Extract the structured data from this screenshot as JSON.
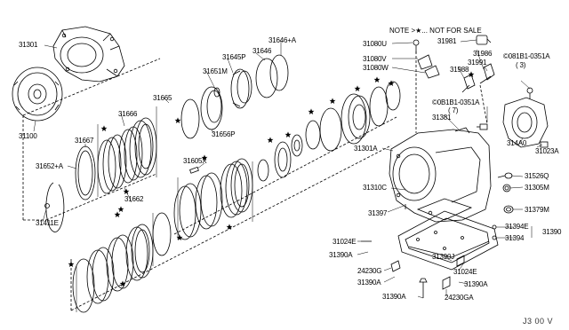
{
  "note": "NOTE >★... NOT FOR SALE",
  "diagram_code": "J3 00 V",
  "labels": {
    "p31301": "31301",
    "p31100": "31100",
    "p31667": "31667",
    "p31652a": "31652+A",
    "p31411e": "31411E",
    "p31666": "31666",
    "p31662": "31662",
    "p31665": "31665",
    "p31651m": "31651M",
    "p31645p": "31645P",
    "p31646": "31646",
    "p31646a": "31646+A",
    "p31656p": "31656P",
    "p31605x": "31605X",
    "p31080u": "31080U",
    "p31080v": "31080V",
    "p31080w": "31080W",
    "p31981": "31981",
    "p31986": "31986",
    "p31991": "31991",
    "p31988": "31988",
    "p081b1_a": "©081B1-0351A",
    "qty_a": "( 3)",
    "p081b1_b": "©0B1B1-0351A",
    "qty_b": "( 7)",
    "p31381": "31381",
    "p314a0": "314A0",
    "p31023a": "31023A",
    "p31301a": "31301A",
    "p31310c": "31310C",
    "p31397": "31397",
    "p31526q": "31526Q",
    "p31305m": "31305M",
    "p31379m": "31379M",
    "p31394e": "31394E",
    "p31394": "31394",
    "p31390": "31390",
    "p31390j": "31390J",
    "p31024e_l": "31024E",
    "p31390a_1": "31390A",
    "p24230g": "24230G",
    "p31390a_2": "31390A",
    "p31024e_r": "31024E",
    "p31390a_3": "31390A",
    "p31390a_4": "31390A",
    "p24230ga": "24230GA"
  }
}
